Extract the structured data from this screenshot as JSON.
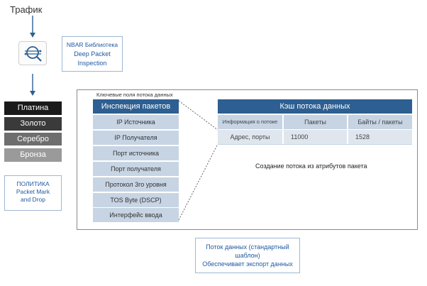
{
  "traffic": {
    "label": "Трафик"
  },
  "nbar": {
    "title": "NBAR Библиотека",
    "line1": "Deep Packet",
    "line2": "Inspection",
    "icon": "magnifier-icon"
  },
  "tiers": {
    "platinum": "Платина",
    "gold": "Золото",
    "silver": "Серебро",
    "bronze": "Бронза"
  },
  "policy": {
    "title": "ПОЛИТИКА",
    "line1": "Packet Mark",
    "line2": "and Drop"
  },
  "key_fields_label": "Ключевые поля потока данных",
  "inspection": {
    "header": "Инспекция пакетов",
    "items": [
      "IP Источника",
      "IP Получателя",
      "Порт источника",
      "Порт получателя",
      "Протокол 3го уровня",
      "TOS Byte (DSCP)",
      "Интерфейс ввода"
    ]
  },
  "cache": {
    "header": "Кэш потока данных",
    "columns": [
      "Информация о потоке",
      "Пакеты",
      "Байты / пакеты"
    ],
    "row": [
      "Адрес, порты",
      "11000",
      "1528"
    ]
  },
  "flow_caption": "Создание потока из атрибутов пакета",
  "export": {
    "line1": "Поток данных (стандартный",
    "line2": "шаблон)",
    "line3": "Обеспечивает экспорт данных"
  },
  "colors": {
    "header_blue": "#2d5f92",
    "cell_blue": "#c7d4e3",
    "text_blue": "#1f5aa0"
  }
}
